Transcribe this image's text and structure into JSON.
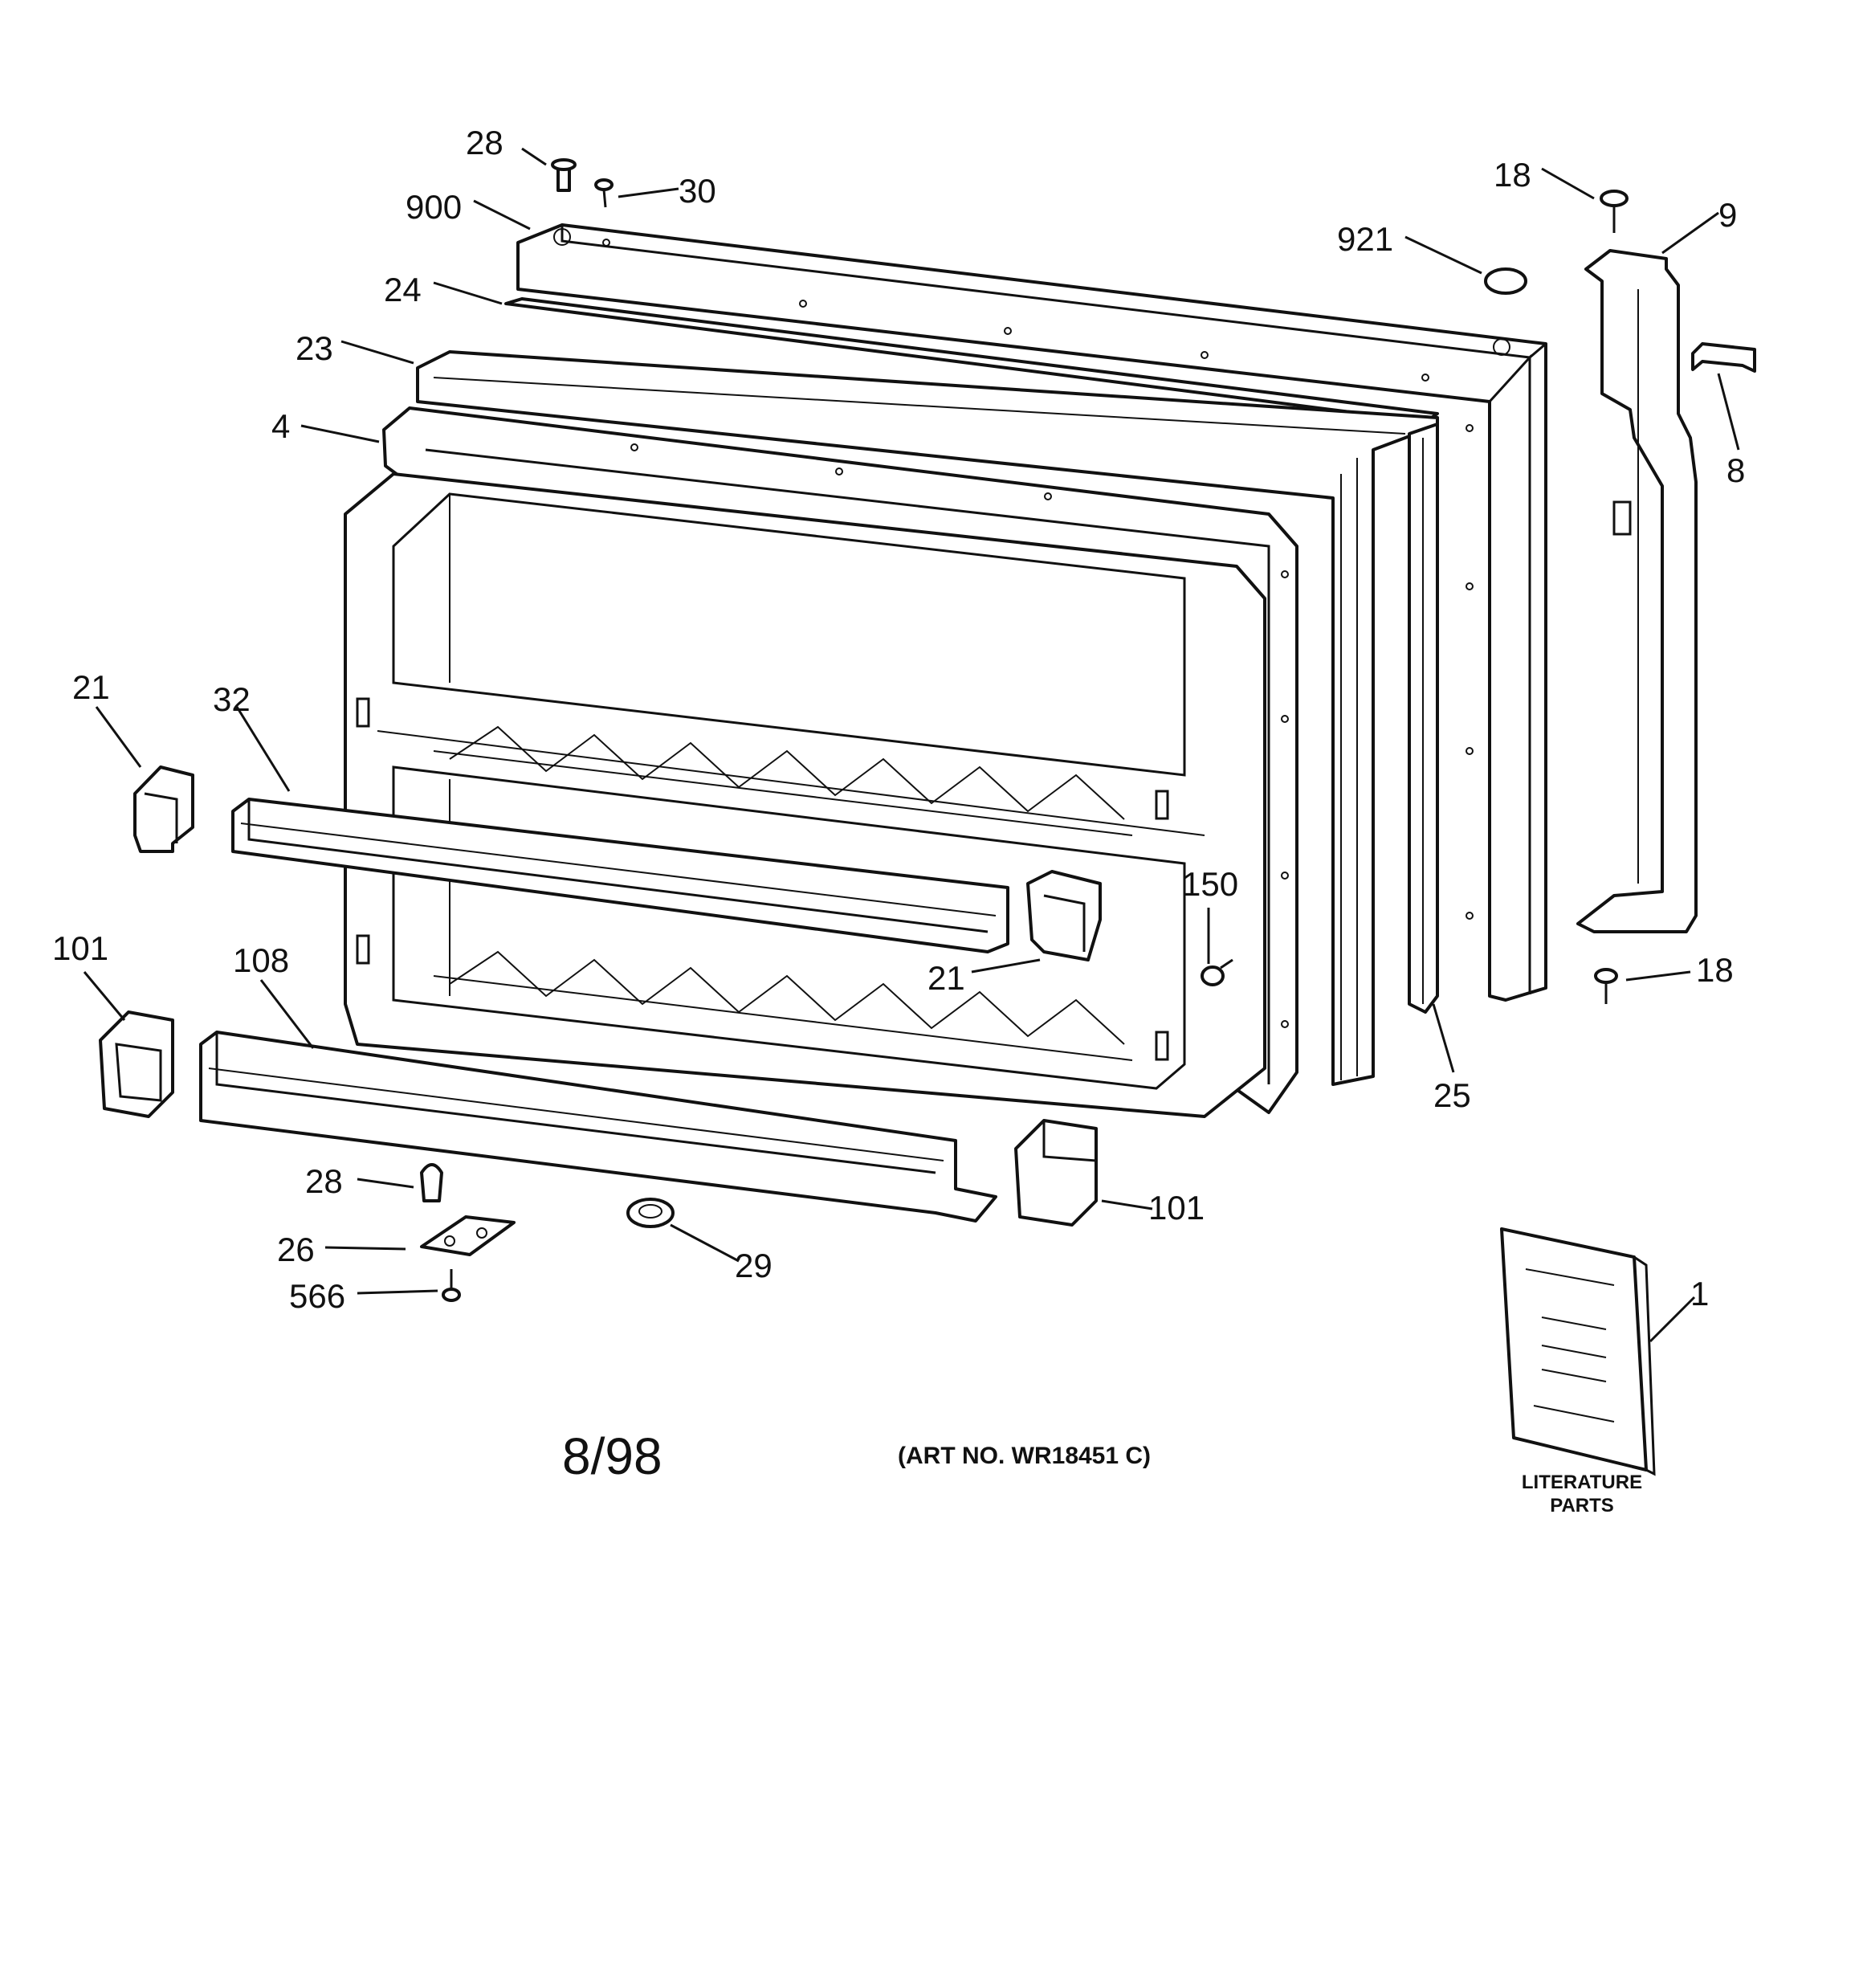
{
  "callouts": {
    "p28_top": "28",
    "p30": "30",
    "p900": "900",
    "p24": "24",
    "p23": "23",
    "p4": "4",
    "p18_top": "18",
    "p9": "9",
    "p921": "921",
    "p8": "8",
    "p21_left": "21",
    "p32": "32",
    "p150": "150",
    "p21_right": "21",
    "p18_bottom": "18",
    "p101_left": "101",
    "p108": "108",
    "p25": "25",
    "p28_bottom": "28",
    "p26": "26",
    "p566": "566",
    "p29": "29",
    "p101_right": "101",
    "p1": "1"
  },
  "footer": {
    "date": "8/98",
    "art_number": "(ART NO. WR18451 C)",
    "literature_line1": "LITERATURE",
    "literature_line2": "PARTS"
  }
}
